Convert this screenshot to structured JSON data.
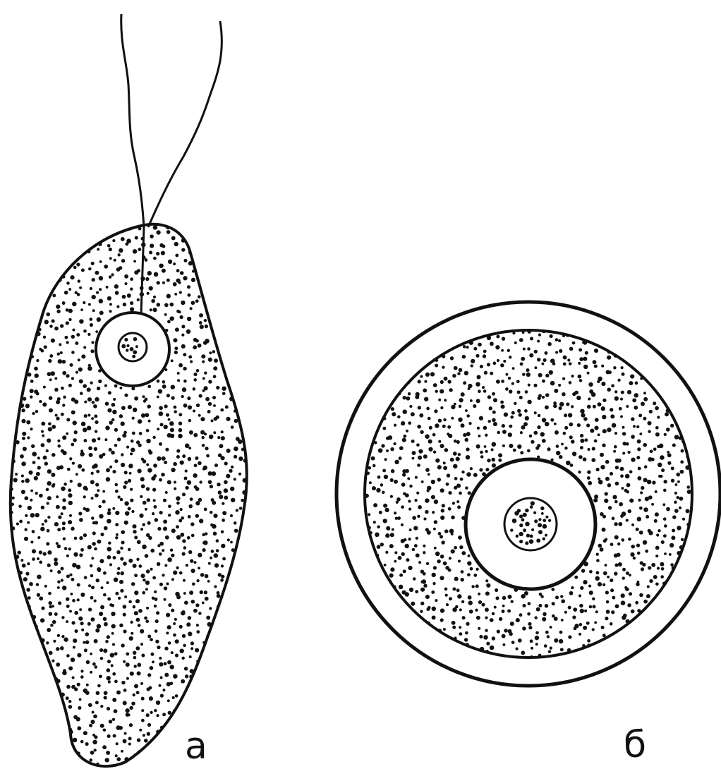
{
  "figure": {
    "panels": [
      {
        "id": "a",
        "label": "а",
        "subject": "flagellate-cell"
      },
      {
        "id": "b",
        "label": "б",
        "subject": "cyst"
      }
    ]
  },
  "colors": {
    "ink": "#111111",
    "paper": "#ffffff"
  }
}
